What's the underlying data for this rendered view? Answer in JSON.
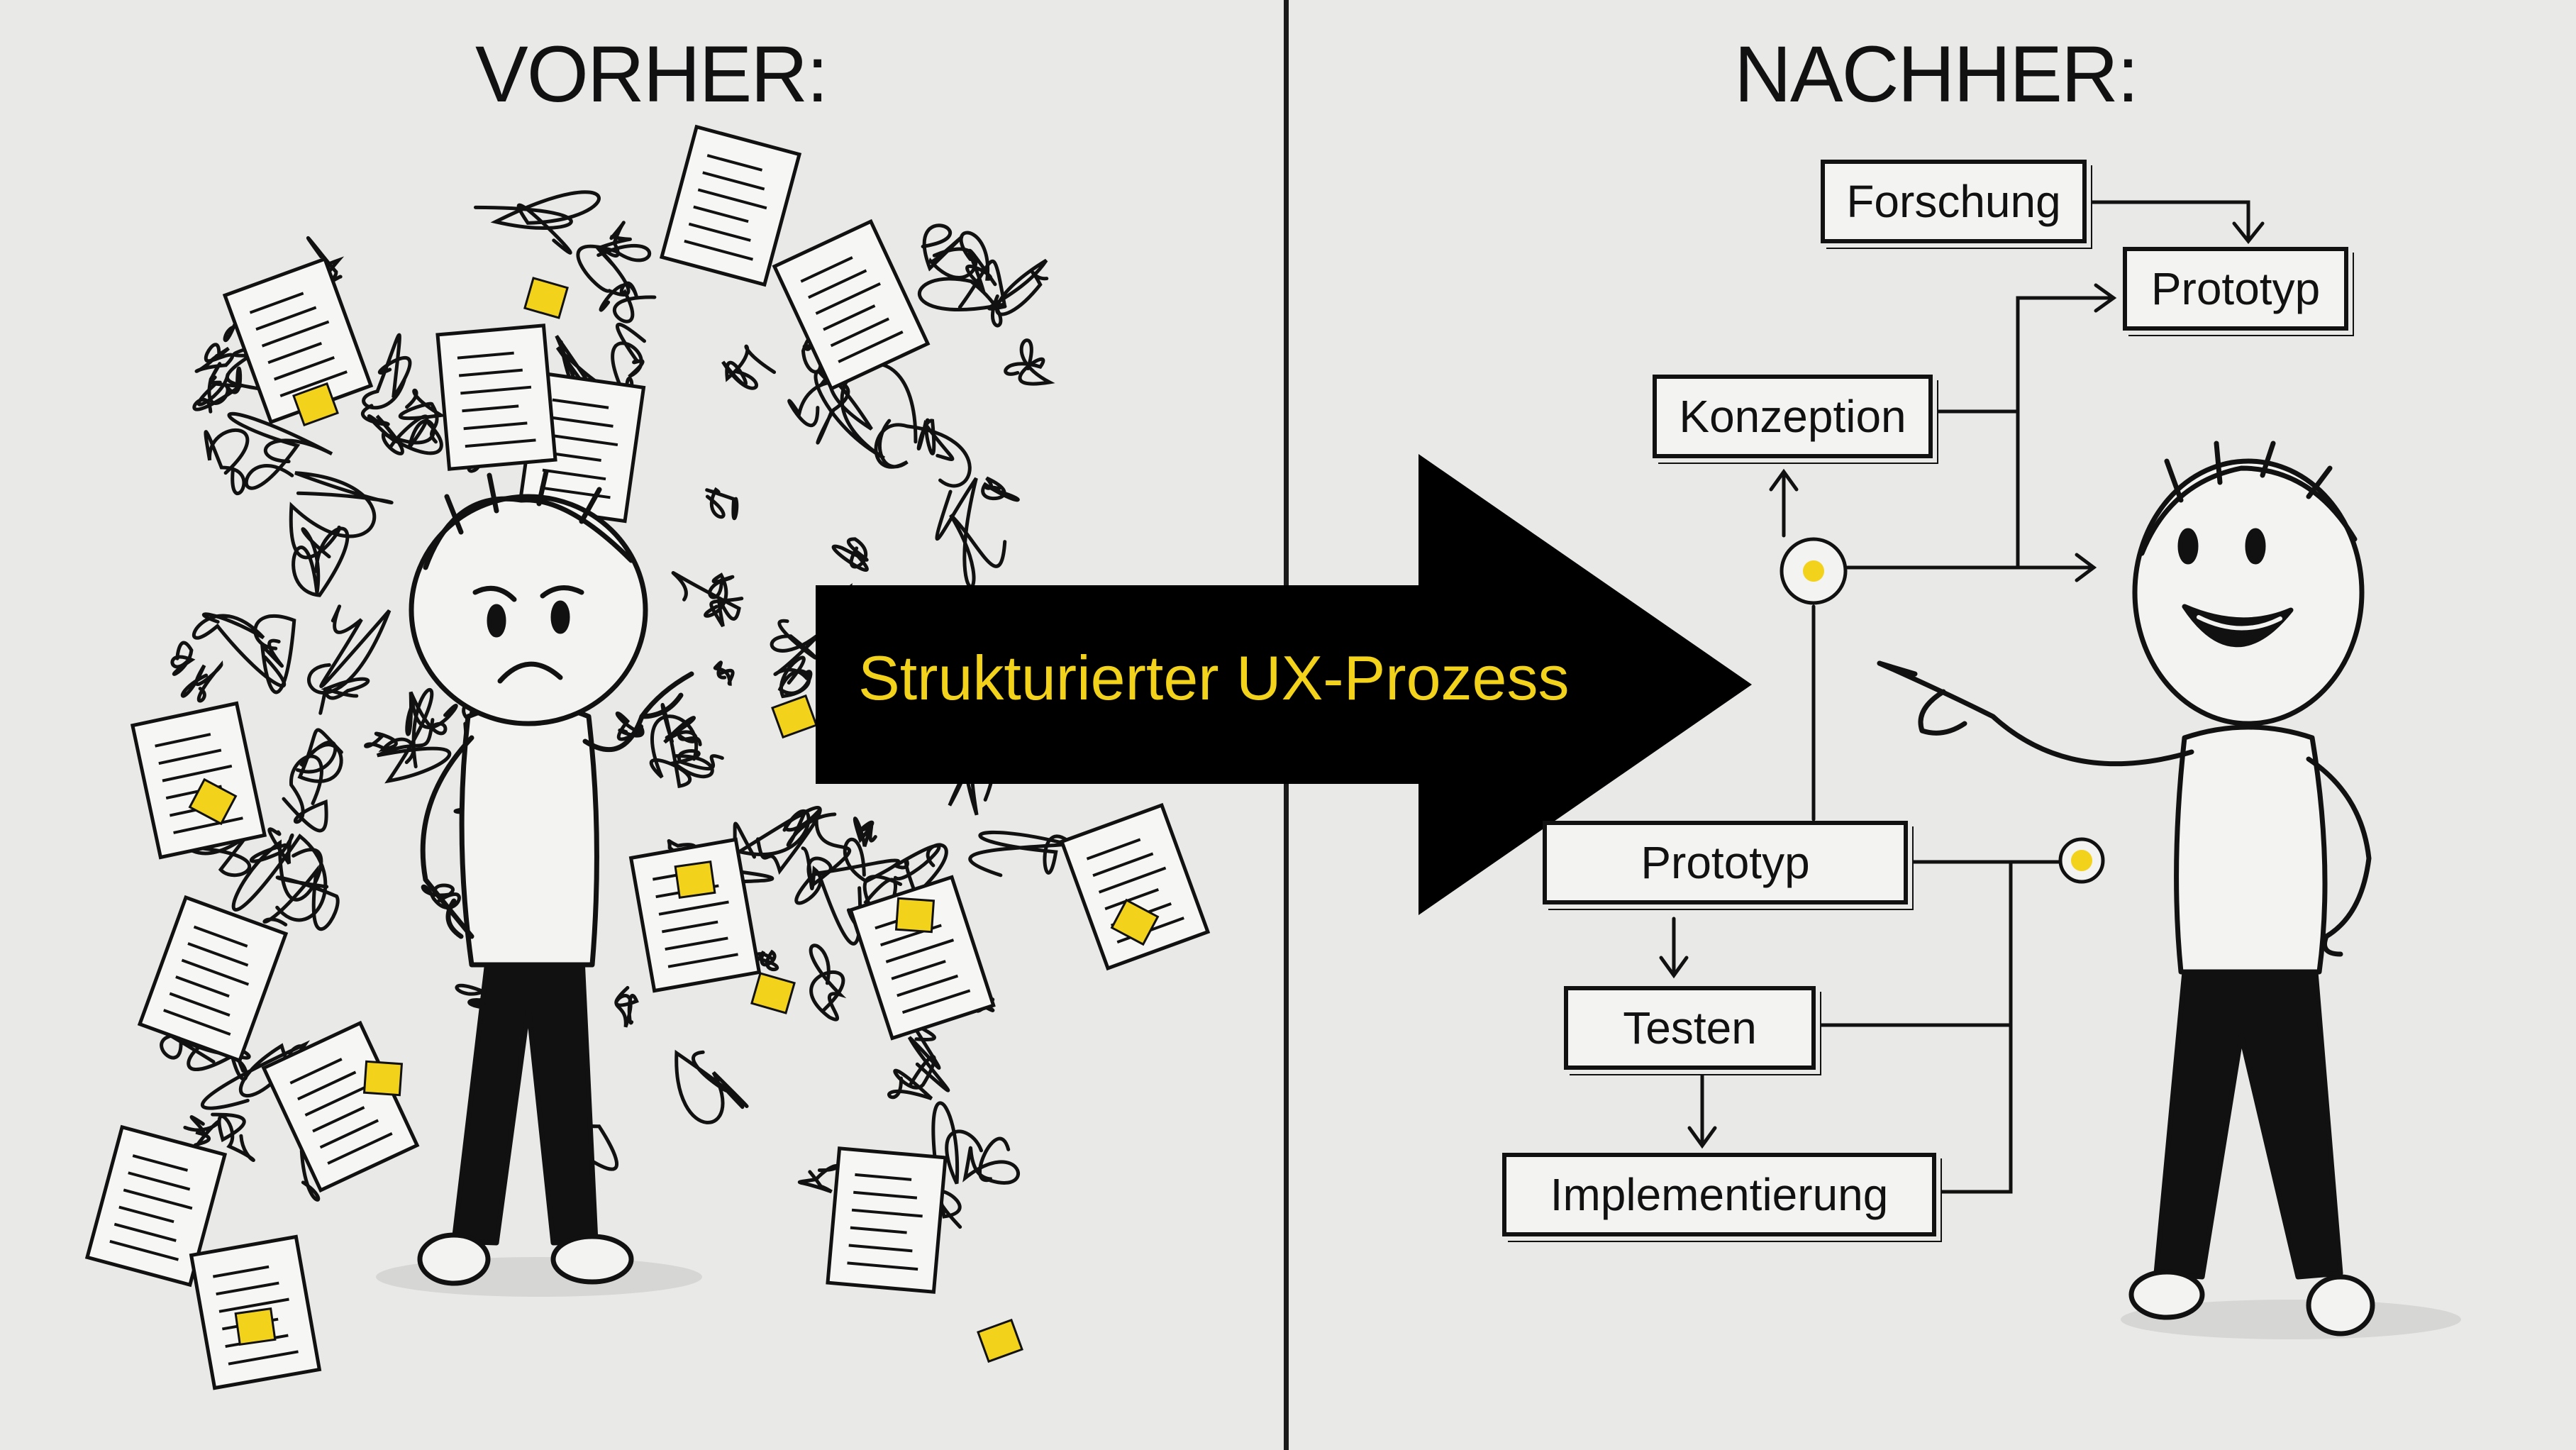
{
  "headings": {
    "before": "VORHER:",
    "after": "NACHHER:"
  },
  "arrow": {
    "label": "Strukturierter UX-Prozess",
    "label_color": "#f2d21b",
    "fill_color": "#000000"
  },
  "process": {
    "research": "Forschung",
    "prototype_top": "Prototyp",
    "concept": "Konzeption",
    "prototype": "Prototyp",
    "testing": "Testen",
    "implementation": "Implementierung"
  },
  "colors": {
    "background": "#e9e9e7",
    "ink": "#111111",
    "accent_yellow": "#f2d21b"
  },
  "illustrations": {
    "before_person": "frustrated-person-icon",
    "after_person": "happy-person-icon",
    "chaos": "tangled-scribbles-and-papers"
  }
}
